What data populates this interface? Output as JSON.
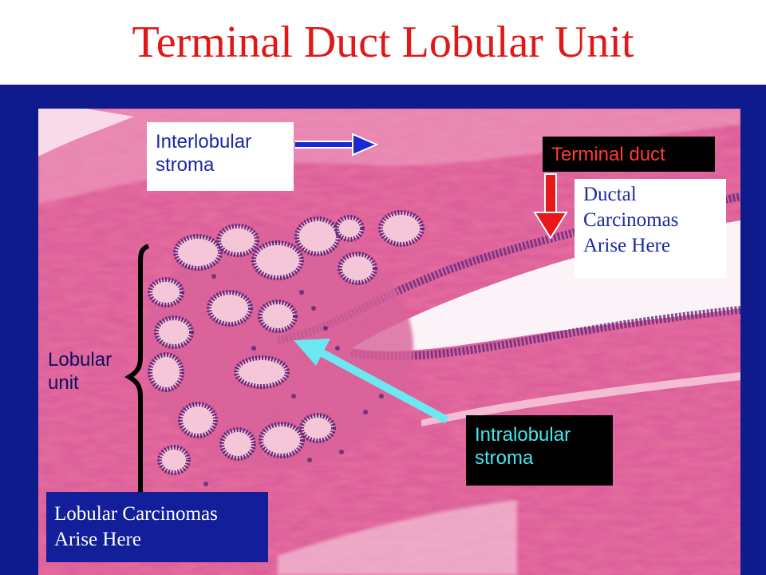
{
  "slide": {
    "title": "Terminal Duct Lobular Unit"
  },
  "labels": {
    "interlobular_stroma": [
      "Interlobular",
      "stroma"
    ],
    "terminal_duct": "Terminal duct",
    "ductal_carcinomas": [
      "Ductal",
      "Carcinomas",
      "Arise Here"
    ],
    "lobular_unit": [
      "Lobular",
      "unit"
    ],
    "intralobular_stroma": [
      "Intralobular",
      "stroma"
    ],
    "lobular_carcinomas": [
      "Lobular Carcinomas",
      "Arise Here"
    ]
  },
  "colors": {
    "title": "#e01818",
    "frame": "#0f1a8c",
    "tissue": "#e8709e",
    "nuclei": "#5a2a7a",
    "interlobular_arrow": "#1a2ad0",
    "terminal_arrow": "#e81818",
    "intralobular_arrow": "#6ee8f0"
  }
}
